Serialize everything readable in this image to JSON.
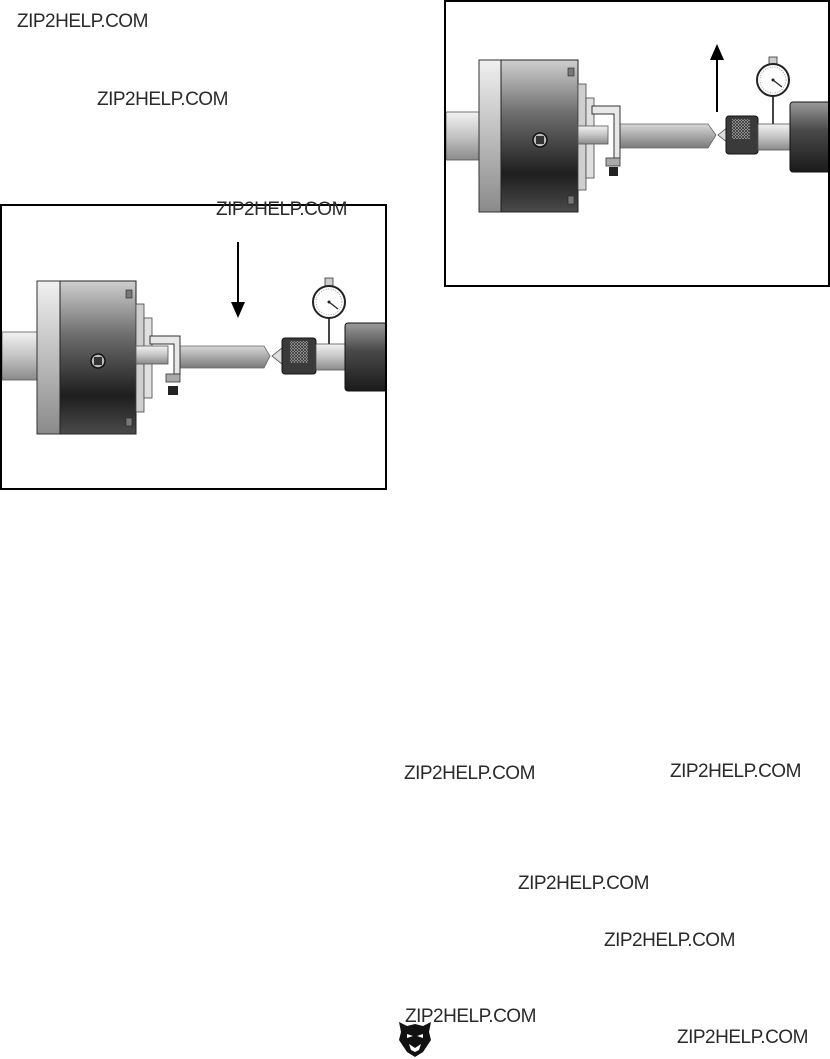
{
  "watermarks": [
    "ZIP2HELP.COM",
    "ZIP2HELP.COM",
    "ZIP2HELP.COM",
    "ZIP2HELP.COM",
    "ZIP2HELP.COM",
    "ZIP2HELP.COM",
    "ZIP2HELP.COM",
    "ZIP2HELP.COM",
    "ZIP2HELP.COM"
  ],
  "figures": {
    "left": {
      "arrow_direction": "down"
    },
    "right": {
      "arrow_direction": "up"
    }
  },
  "icons": {
    "dial_indicator": "dial-indicator-icon",
    "lathe_chuck": "lathe-chuck-icon",
    "tailstock": "tailstock-icon",
    "logo": "grizzly-bear-logo-icon"
  },
  "colors": {
    "border": "#000000",
    "metal_dark": "#3a3a3a",
    "metal_light": "#dcdcdc"
  }
}
